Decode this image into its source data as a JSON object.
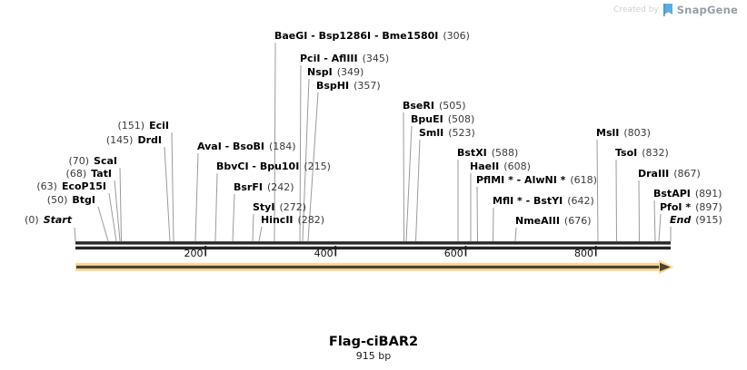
{
  "watermark": {
    "created_by": "Created by",
    "brand": "SnapGene"
  },
  "title": {
    "name": "Flag-ciBAR2",
    "length": "915 bp"
  },
  "ruler": {
    "ticks": [
      "200",
      "400",
      "600",
      "800"
    ]
  },
  "feature": {
    "name": "feature-arrow",
    "fill": "#FFD98E",
    "core": "#4a443a"
  },
  "sites": [
    {
      "num": "(0)",
      "name": "Start"
    },
    {
      "num": "(50)",
      "name": "BtgI"
    },
    {
      "num": "(63)",
      "name": "EcoP15I"
    },
    {
      "num": "(68)",
      "name": "TatI"
    },
    {
      "num": "(70)",
      "name": "ScaI"
    },
    {
      "num": "(145)",
      "name": "DrdI"
    },
    {
      "num": "(151)",
      "name": "EciI"
    },
    {
      "name": "AvaI - BsoBI",
      "num": "(184)"
    },
    {
      "name": "BbvCI - Bpu10I",
      "num": "(215)"
    },
    {
      "name": "BsrFI",
      "num": "(242)"
    },
    {
      "name": "StyI",
      "num": "(272)"
    },
    {
      "name": "HincII",
      "num": "(282)"
    },
    {
      "name": "BaeGI - Bsp1286I - Bme1580I",
      "num": "(306)"
    },
    {
      "name": "PciI - AflIII",
      "num": "(345)"
    },
    {
      "name": "NspI",
      "num": "(349)"
    },
    {
      "name": "BspHI",
      "num": "(357)"
    },
    {
      "name": "BseRI",
      "num": "(505)"
    },
    {
      "name": "BpuEI",
      "num": "(508)"
    },
    {
      "name": "SmlI",
      "num": "(523)"
    },
    {
      "name": "BstXI",
      "num": "(588)"
    },
    {
      "name": "HaeII",
      "num": "(608)"
    },
    {
      "name": "PflMI * - AlwNI *",
      "num": "(618)"
    },
    {
      "name": "MflI * - BstYI",
      "num": "(642)"
    },
    {
      "name": "NmeAIII",
      "num": "(676)"
    },
    {
      "name": "MslI",
      "num": "(803)"
    },
    {
      "name": "TsoI",
      "num": "(832)"
    },
    {
      "name": "DraIII",
      "num": "(867)"
    },
    {
      "name": "BstAPI",
      "num": "(891)"
    },
    {
      "name": "PfoI *",
      "num": "(897)"
    },
    {
      "name": "End",
      "num": "(915)"
    }
  ]
}
